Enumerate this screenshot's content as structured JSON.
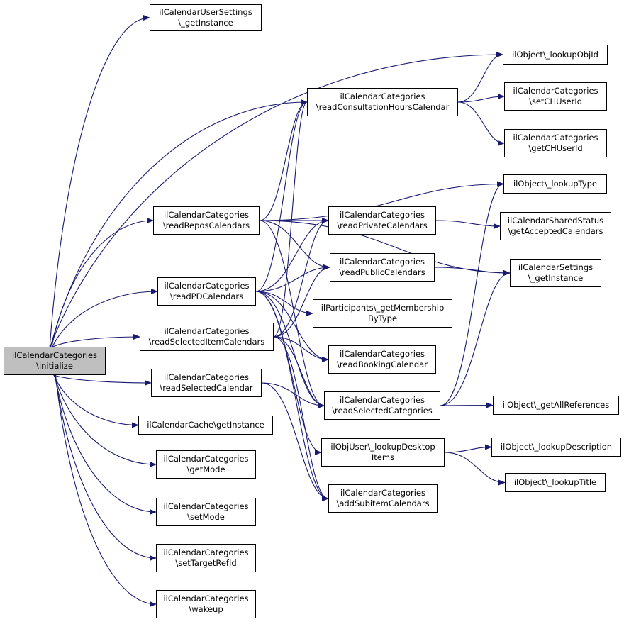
{
  "nodes": {
    "initialize": [
      "ilCalendarCategories",
      "\\initialize"
    ],
    "userSettings": [
      "ilCalendarUserSettings",
      "\\_getInstance"
    ],
    "lookupObjId": [
      "ilObject\\_lookupObjId"
    ],
    "readConsultation": [
      "ilCalendarCategories",
      "\\readConsultationHoursCalendar"
    ],
    "setCHUserId": [
      "ilCalendarCategories",
      "\\setCHUserId"
    ],
    "getCHUserId": [
      "ilCalendarCategories",
      "\\getCHUserId"
    ],
    "lookupType": [
      "ilObject\\_lookupType"
    ],
    "readRepos": [
      "ilCalendarCategories",
      "\\readReposCalendars"
    ],
    "readPrivate": [
      "ilCalendarCategories",
      "\\readPrivateCalendars"
    ],
    "sharedStatus": [
      "ilCalendarSharedStatus",
      "\\getAcceptedCalendars"
    ],
    "readPublic": [
      "ilCalendarCategories",
      "\\readPublicCalendars"
    ],
    "calSettings": [
      "ilCalendarSettings",
      "\\_getInstance"
    ],
    "readPD": [
      "ilCalendarCategories",
      "\\readPDCalendars"
    ],
    "participants": [
      "ilParticipants\\_getMembership",
      "ByType"
    ],
    "readSelectedItem": [
      "ilCalendarCategories",
      "\\readSelectedItemCalendars"
    ],
    "readBooking": [
      "ilCalendarCategories",
      "\\readBookingCalendar"
    ],
    "readSelectedCal": [
      "ilCalendarCategories",
      "\\readSelectedCalendar"
    ],
    "readSelectedCat": [
      "ilCalendarCategories",
      "\\readSelectedCategories"
    ],
    "getAllRefs": [
      "ilObject\\_getAllReferences"
    ],
    "cacheInstance": [
      "ilCalendarCache\\getInstance"
    ],
    "lookupDesktop": [
      "ilObjUser\\_lookupDesktop",
      "Items"
    ],
    "lookupDescription": [
      "ilObject\\_lookupDescription"
    ],
    "getMode": [
      "ilCalendarCategories",
      "\\getMode"
    ],
    "lookupTitle": [
      "ilObject\\_lookupTitle"
    ],
    "addSubitem": [
      "ilCalendarCategories",
      "\\addSubitemCalendars"
    ],
    "setMode": [
      "ilCalendarCategories",
      "\\setMode"
    ],
    "setTargetRefId": [
      "ilCalendarCategories",
      "\\setTargetRefId"
    ],
    "wakeup": [
      "ilCalendarCategories",
      "\\wakeup"
    ]
  },
  "edges": [
    [
      "initialize",
      "userSettings"
    ],
    [
      "initialize",
      "lookupObjId"
    ],
    [
      "initialize",
      "readConsultation"
    ],
    [
      "initialize",
      "readRepos"
    ],
    [
      "initialize",
      "readPD"
    ],
    [
      "initialize",
      "readSelectedItem"
    ],
    [
      "initialize",
      "readSelectedCal"
    ],
    [
      "initialize",
      "cacheInstance"
    ],
    [
      "initialize",
      "getMode"
    ],
    [
      "initialize",
      "setMode"
    ],
    [
      "initialize",
      "setTargetRefId"
    ],
    [
      "initialize",
      "wakeup"
    ],
    [
      "readConsultation",
      "lookupObjId"
    ],
    [
      "readConsultation",
      "setCHUserId"
    ],
    [
      "readConsultation",
      "getCHUserId"
    ],
    [
      "readRepos",
      "readConsultation"
    ],
    [
      "readRepos",
      "lookupType"
    ],
    [
      "readRepos",
      "readPrivate"
    ],
    [
      "readRepos",
      "readPublic"
    ],
    [
      "readRepos",
      "calSettings"
    ],
    [
      "readRepos",
      "readSelectedCat"
    ],
    [
      "readPD",
      "readConsultation"
    ],
    [
      "readPD",
      "readPrivate"
    ],
    [
      "readPD",
      "readPublic"
    ],
    [
      "readPD",
      "participants"
    ],
    [
      "readPD",
      "readBooking"
    ],
    [
      "readPD",
      "readSelectedCat"
    ],
    [
      "readPD",
      "lookupDesktop"
    ],
    [
      "readPD",
      "addSubitem"
    ],
    [
      "readSelectedItem",
      "readConsultation"
    ],
    [
      "readSelectedItem",
      "readPrivate"
    ],
    [
      "readSelectedItem",
      "readPublic"
    ],
    [
      "readSelectedItem",
      "readBooking"
    ],
    [
      "readSelectedItem",
      "readSelectedCat"
    ],
    [
      "readSelectedItem",
      "addSubitem"
    ],
    [
      "readSelectedCal",
      "readSelectedCat"
    ],
    [
      "readSelectedCal",
      "addSubitem"
    ],
    [
      "readPrivate",
      "sharedStatus"
    ],
    [
      "readPublic",
      "calSettings"
    ],
    [
      "readSelectedCat",
      "lookupType"
    ],
    [
      "readSelectedCat",
      "calSettings"
    ],
    [
      "readSelectedCat",
      "getAllRefs"
    ],
    [
      "lookupDesktop",
      "lookupDescription"
    ],
    [
      "lookupDesktop",
      "lookupTitle"
    ]
  ]
}
